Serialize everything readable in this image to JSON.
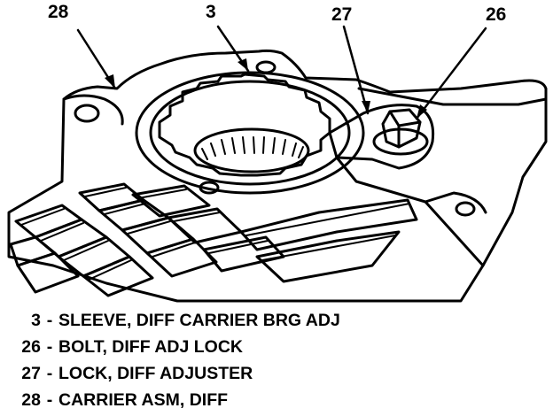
{
  "callouts": {
    "c28": "28",
    "c3": "3",
    "c27": "27",
    "c26": "26"
  },
  "legend": [
    {
      "num": "3",
      "text": "SLEEVE, DIFF CARRIER BRG ADJ"
    },
    {
      "num": "26",
      "text": "BOLT, DIFF ADJ LOCK"
    },
    {
      "num": "27",
      "text": "LOCK, DIFF ADJUSTER"
    },
    {
      "num": "28",
      "text": "CARRIER ASM, DIFF"
    }
  ],
  "legend_separator": "-",
  "colors": {
    "ink": "#000000",
    "paper": "#ffffff"
  }
}
